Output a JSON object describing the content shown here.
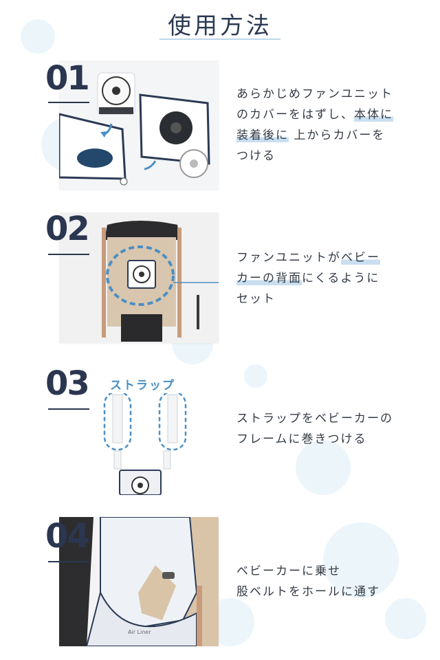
{
  "page": {
    "title": "使用方法"
  },
  "steps": [
    {
      "number": "01",
      "text_parts": [
        "あらかじめファンユニット",
        "のカバーをはずし、",
        "本体に",
        "装着後に",
        " 上からカバーを",
        "つける"
      ]
    },
    {
      "number": "02",
      "text_parts": [
        "ファンユニットが",
        "ベビー",
        "カーの背面",
        "にくるように",
        "セット"
      ]
    },
    {
      "number": "03",
      "label": "ストラップ",
      "text_parts": [
        "ストラップをベビーカーの",
        "フレームに巻きつける"
      ]
    },
    {
      "number": "04",
      "text_parts": [
        "ベビーカーに乗せ",
        "股ベルトをホールに通す"
      ],
      "photo_brand": "Air Liner"
    }
  ],
  "colors": {
    "accent_blue": "#4a8fc4",
    "highlight": "#c9dff0",
    "heading": "#2b3a52"
  }
}
